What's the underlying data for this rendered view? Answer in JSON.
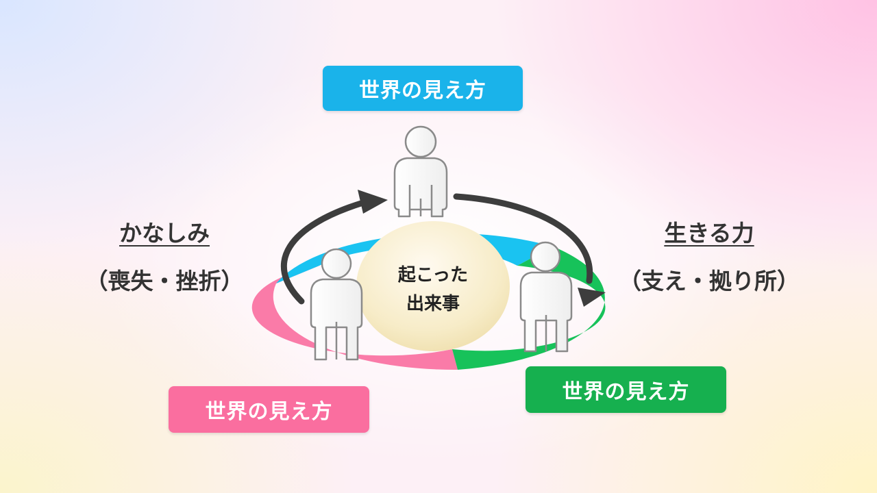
{
  "boxes": {
    "top": "世界の見え方",
    "right": "世界の見え方",
    "left": "世界の見え方"
  },
  "left_side": {
    "title": "かなしみ",
    "subtitle": "（喪失・挫折）"
  },
  "right_side": {
    "title": "生きる力",
    "subtitle": "（支え・拠り所）"
  },
  "center": {
    "line1": "起こった",
    "line2": "出来事"
  },
  "colors": {
    "blue": "#1ab3ea",
    "green": "#16b04f",
    "pink": "#fa6e9f",
    "arrow": "#3d3d3d",
    "center_ball": "#f7ecc8"
  },
  "icons": [
    "person-icon",
    "cycle-arrow-icon"
  ]
}
